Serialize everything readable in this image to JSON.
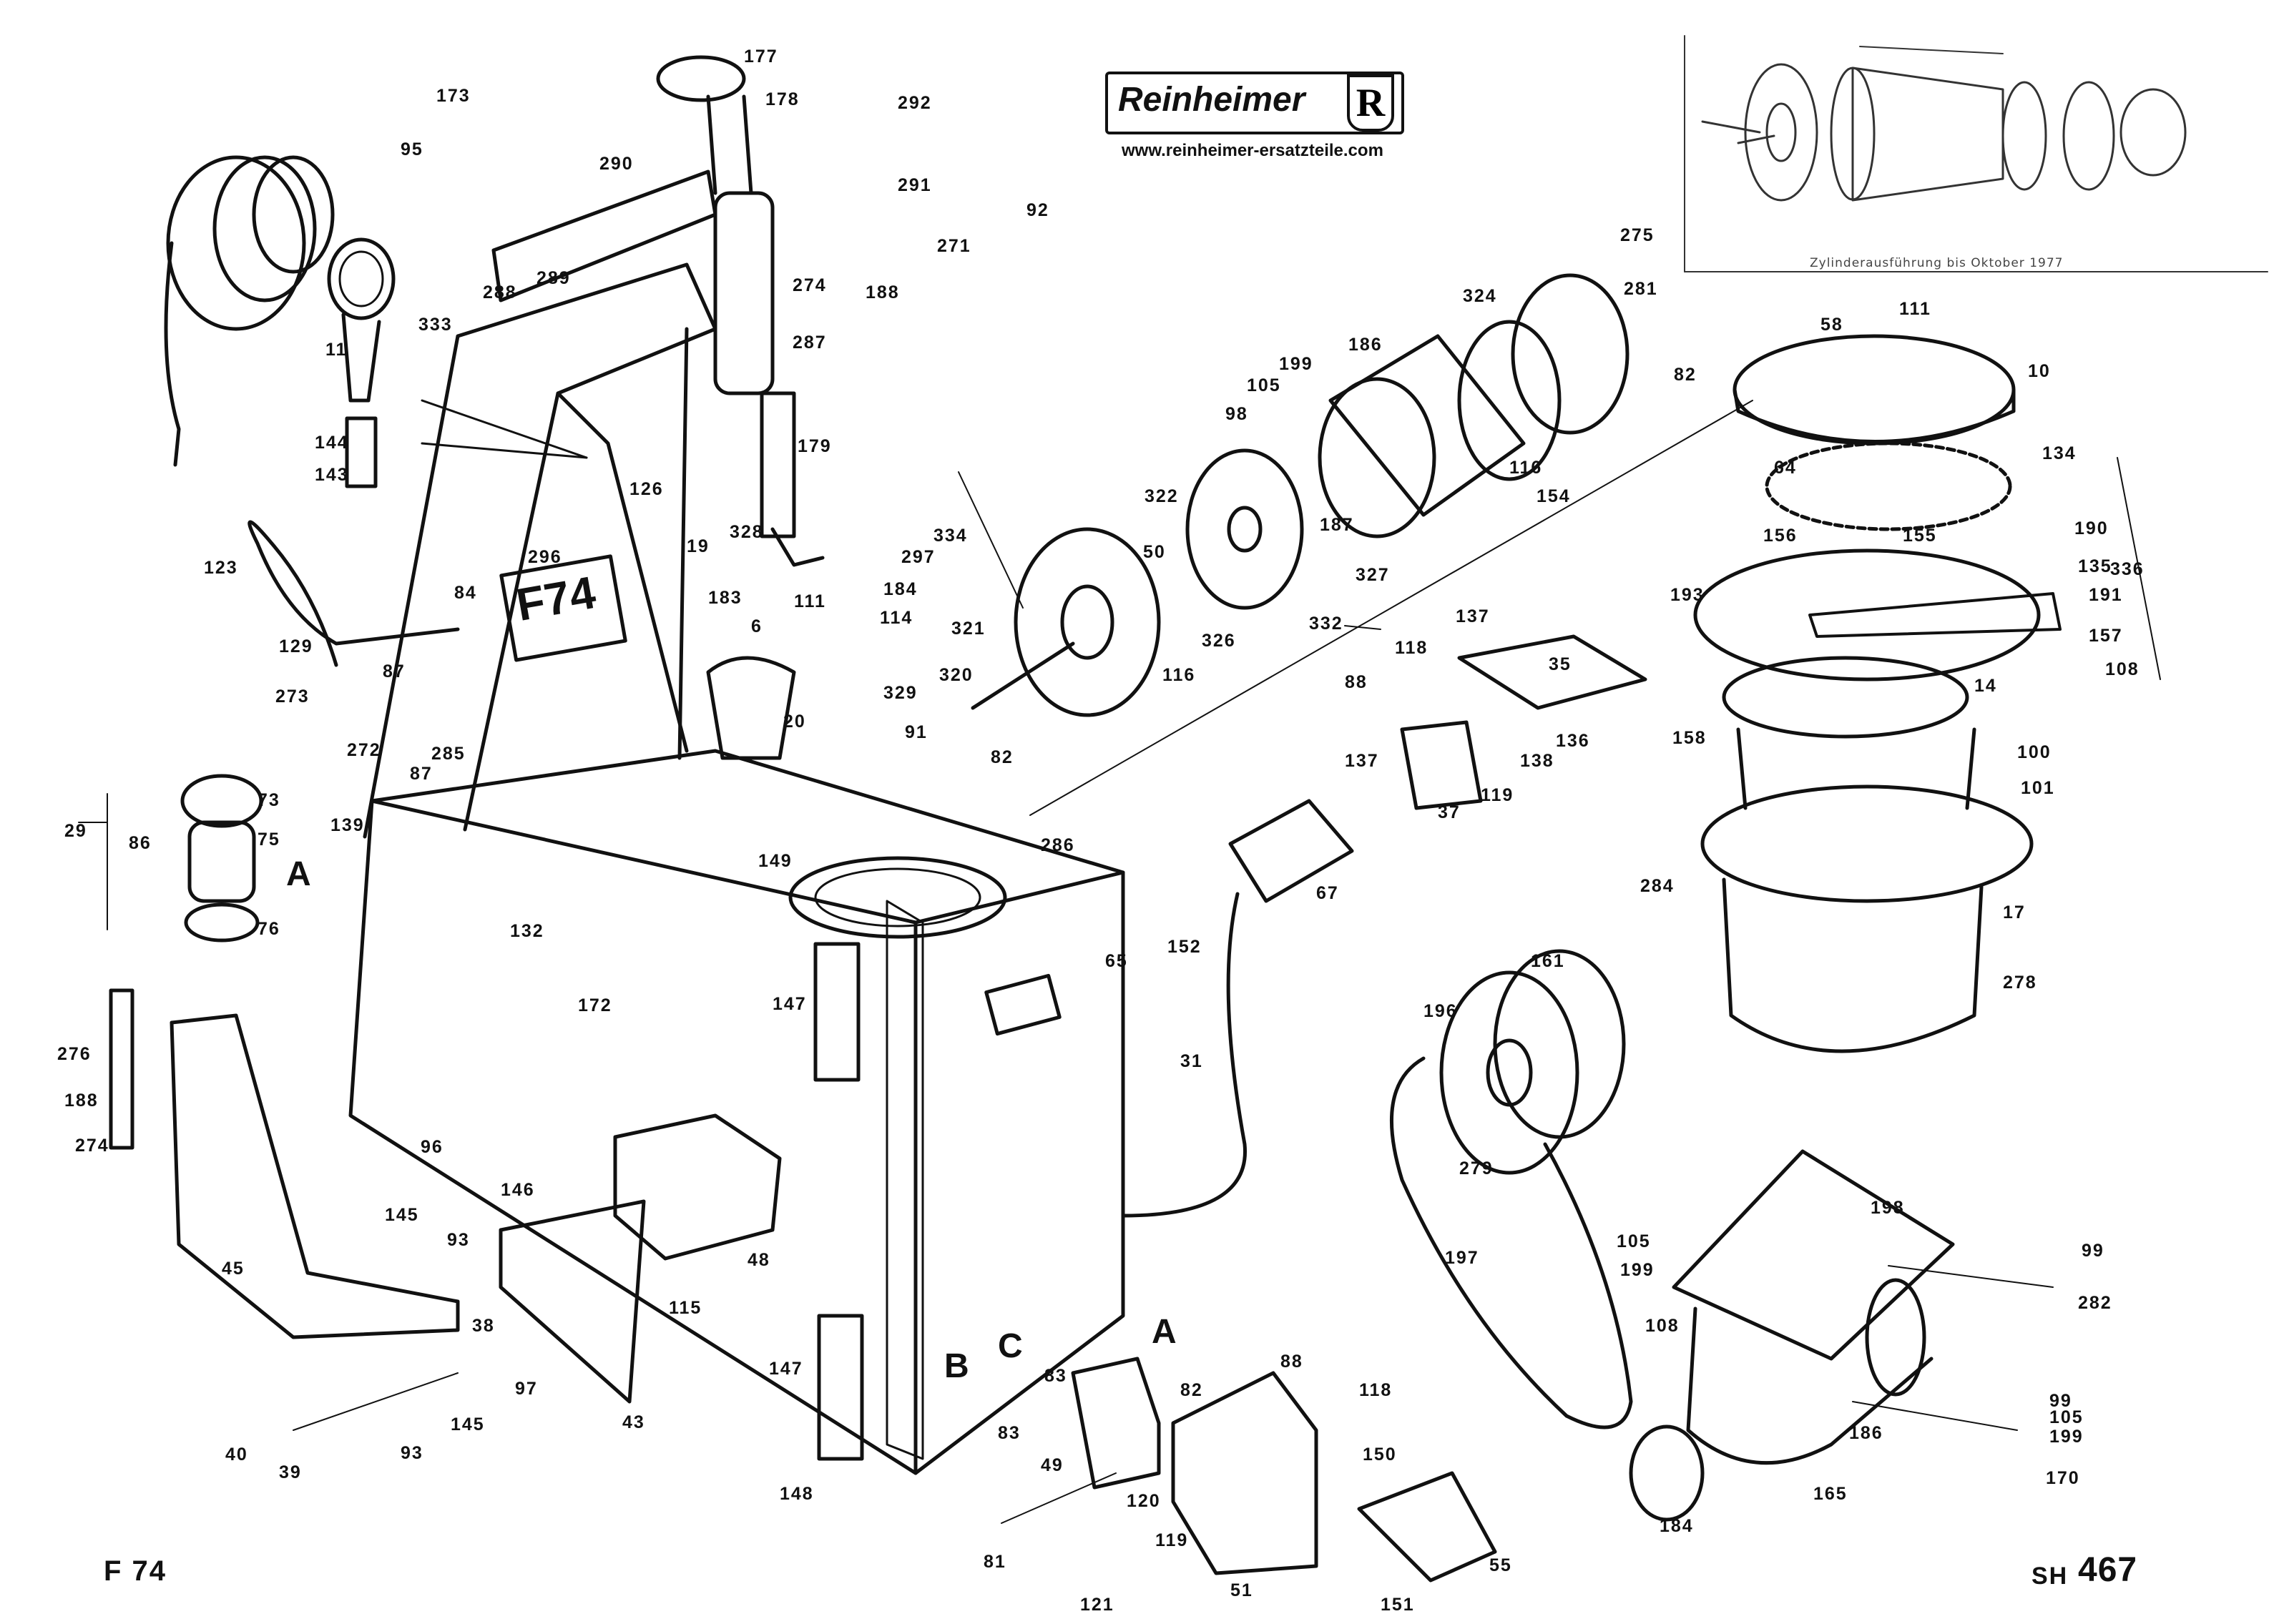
{
  "brand": {
    "name": "Reinheimer",
    "url": "www.reinheimer-ersatzteile.com",
    "logo_mark": "R"
  },
  "sheet": {
    "model": "F 74",
    "sheet_number_prefix": "SH",
    "sheet_number": "467",
    "plate_text": "F74"
  },
  "inset": {
    "caption": "Zylinderausführung bis Oktober 1977"
  },
  "callouts": [
    {
      "id": "c177",
      "text": "177"
    },
    {
      "id": "c292",
      "text": "292"
    },
    {
      "id": "c173",
      "text": "173"
    },
    {
      "id": "c178",
      "text": "178"
    },
    {
      "id": "c95",
      "text": "95"
    },
    {
      "id": "c290",
      "text": "290"
    },
    {
      "id": "c291",
      "text": "291"
    },
    {
      "id": "c92",
      "text": "92"
    },
    {
      "id": "c271",
      "text": "271"
    },
    {
      "id": "c274a",
      "text": "274"
    },
    {
      "id": "c188a",
      "text": "188"
    },
    {
      "id": "c288",
      "text": "288"
    },
    {
      "id": "c289",
      "text": "289"
    },
    {
      "id": "c333",
      "text": "333"
    },
    {
      "id": "c11",
      "text": "11"
    },
    {
      "id": "c287",
      "text": "287"
    },
    {
      "id": "c144",
      "text": "144"
    },
    {
      "id": "c143",
      "text": "143"
    },
    {
      "id": "c179",
      "text": "179"
    },
    {
      "id": "c126",
      "text": "126"
    },
    {
      "id": "c123",
      "text": "123"
    },
    {
      "id": "c19",
      "text": "19"
    },
    {
      "id": "c296",
      "text": "296"
    },
    {
      "id": "c328",
      "text": "328"
    },
    {
      "id": "c297",
      "text": "297"
    },
    {
      "id": "c334",
      "text": "334"
    },
    {
      "id": "c84",
      "text": "84"
    },
    {
      "id": "c183",
      "text": "183"
    },
    {
      "id": "c111a",
      "text": "111"
    },
    {
      "id": "c184",
      "text": "184"
    },
    {
      "id": "c6",
      "text": "6"
    },
    {
      "id": "c114",
      "text": "114"
    },
    {
      "id": "c129",
      "text": "129"
    },
    {
      "id": "c87a",
      "text": "87"
    },
    {
      "id": "c273",
      "text": "273"
    },
    {
      "id": "c272",
      "text": "272"
    },
    {
      "id": "c285",
      "text": "285"
    },
    {
      "id": "c87b",
      "text": "87"
    },
    {
      "id": "c139",
      "text": "139"
    },
    {
      "id": "c73",
      "text": "73"
    },
    {
      "id": "c29",
      "text": "29"
    },
    {
      "id": "c86",
      "text": "86"
    },
    {
      "id": "c75",
      "text": "75"
    },
    {
      "id": "cA1",
      "text": "A"
    },
    {
      "id": "c76",
      "text": "76"
    },
    {
      "id": "c20",
      "text": "20"
    },
    {
      "id": "c329",
      "text": "329"
    },
    {
      "id": "c321",
      "text": "321"
    },
    {
      "id": "c320",
      "text": "320"
    },
    {
      "id": "c91",
      "text": "91"
    },
    {
      "id": "c82a",
      "text": "82"
    },
    {
      "id": "c116a",
      "text": "116"
    },
    {
      "id": "c326",
      "text": "326"
    },
    {
      "id": "c50",
      "text": "50"
    },
    {
      "id": "c322",
      "text": "322"
    },
    {
      "id": "c327",
      "text": "327"
    },
    {
      "id": "c187",
      "text": "187"
    },
    {
      "id": "c154",
      "text": "154"
    },
    {
      "id": "c116b",
      "text": "116"
    },
    {
      "id": "c324",
      "text": "324"
    },
    {
      "id": "c186a",
      "text": "186"
    },
    {
      "id": "c199a",
      "text": "199"
    },
    {
      "id": "c105a",
      "text": "105"
    },
    {
      "id": "c98",
      "text": "98"
    },
    {
      "id": "c82b",
      "text": "82"
    },
    {
      "id": "c275",
      "text": "275"
    },
    {
      "id": "c281",
      "text": "281"
    },
    {
      "id": "c58",
      "text": "58"
    },
    {
      "id": "c111b",
      "text": "111"
    },
    {
      "id": "c10",
      "text": "10"
    },
    {
      "id": "c64",
      "text": "64"
    },
    {
      "id": "c134",
      "text": "134"
    },
    {
      "id": "c190",
      "text": "190"
    },
    {
      "id": "c156",
      "text": "156"
    },
    {
      "id": "c155",
      "text": "155"
    },
    {
      "id": "c135",
      "text": "135"
    },
    {
      "id": "c336",
      "text": "336"
    },
    {
      "id": "c193",
      "text": "193"
    },
    {
      "id": "c191",
      "text": "191"
    },
    {
      "id": "c157",
      "text": "157"
    },
    {
      "id": "c108a",
      "text": "108"
    },
    {
      "id": "c332",
      "text": "332"
    },
    {
      "id": "c137a",
      "text": "137"
    },
    {
      "id": "c118a",
      "text": "118"
    },
    {
      "id": "c88a",
      "text": "88"
    },
    {
      "id": "c35",
      "text": "35"
    },
    {
      "id": "c14",
      "text": "14"
    },
    {
      "id": "c136",
      "text": "136"
    },
    {
      "id": "c138",
      "text": "138"
    },
    {
      "id": "c137b",
      "text": "137"
    },
    {
      "id": "c119a",
      "text": "119"
    },
    {
      "id": "c37",
      "text": "37"
    },
    {
      "id": "c158",
      "text": "158"
    },
    {
      "id": "c100",
      "text": "100"
    },
    {
      "id": "c101",
      "text": "101"
    },
    {
      "id": "c286",
      "text": "286"
    },
    {
      "id": "c149",
      "text": "149"
    },
    {
      "id": "c67",
      "text": "67"
    },
    {
      "id": "c284",
      "text": "284"
    },
    {
      "id": "c17",
      "text": "17"
    },
    {
      "id": "c132",
      "text": "132"
    },
    {
      "id": "c152",
      "text": "152"
    },
    {
      "id": "c65",
      "text": "65"
    },
    {
      "id": "c172",
      "text": "172"
    },
    {
      "id": "c147a",
      "text": "147"
    },
    {
      "id": "c161",
      "text": "161"
    },
    {
      "id": "c278",
      "text": "278"
    },
    {
      "id": "c276",
      "text": "276"
    },
    {
      "id": "c196",
      "text": "196"
    },
    {
      "id": "c31",
      "text": "31"
    },
    {
      "id": "c188b",
      "text": "188"
    },
    {
      "id": "c274b",
      "text": "274"
    },
    {
      "id": "c96",
      "text": "96"
    },
    {
      "id": "c279",
      "text": "279"
    },
    {
      "id": "c146",
      "text": "146"
    },
    {
      "id": "c145a",
      "text": "145"
    },
    {
      "id": "c93a",
      "text": "93"
    },
    {
      "id": "c48",
      "text": "48"
    },
    {
      "id": "c198",
      "text": "198"
    },
    {
      "id": "c45",
      "text": "45"
    },
    {
      "id": "c197",
      "text": "197"
    },
    {
      "id": "c105b",
      "text": "105"
    },
    {
      "id": "c199b",
      "text": "199"
    },
    {
      "id": "c99a",
      "text": "99"
    },
    {
      "id": "c115",
      "text": "115"
    },
    {
      "id": "c38",
      "text": "38"
    },
    {
      "id": "c282",
      "text": "282"
    },
    {
      "id": "c108b",
      "text": "108"
    },
    {
      "id": "cC",
      "text": "C"
    },
    {
      "id": "cA2",
      "text": "A"
    },
    {
      "id": "c147b",
      "text": "147"
    },
    {
      "id": "cB",
      "text": "B"
    },
    {
      "id": "c83a",
      "text": "83"
    },
    {
      "id": "c97",
      "text": "97"
    },
    {
      "id": "c82c",
      "text": "82"
    },
    {
      "id": "c88b",
      "text": "88"
    },
    {
      "id": "c118b",
      "text": "118"
    },
    {
      "id": "c83b",
      "text": "83"
    },
    {
      "id": "c43",
      "text": "43"
    },
    {
      "id": "c40",
      "text": "40"
    },
    {
      "id": "c93b",
      "text": "93"
    },
    {
      "id": "c145b",
      "text": "145"
    },
    {
      "id": "c39",
      "text": "39"
    },
    {
      "id": "c99b",
      "text": "99"
    },
    {
      "id": "c105c",
      "text": "105"
    },
    {
      "id": "c199c",
      "text": "199"
    },
    {
      "id": "c186b",
      "text": "186"
    },
    {
      "id": "c49",
      "text": "49"
    },
    {
      "id": "c150",
      "text": "150"
    },
    {
      "id": "c170",
      "text": "170"
    },
    {
      "id": "c148",
      "text": "148"
    },
    {
      "id": "c120",
      "text": "120"
    },
    {
      "id": "c119b",
      "text": "119"
    },
    {
      "id": "c165",
      "text": "165"
    },
    {
      "id": "c81",
      "text": "81"
    },
    {
      "id": "c184b",
      "text": "184"
    },
    {
      "id": "c55",
      "text": "55"
    },
    {
      "id": "c121",
      "text": "121"
    },
    {
      "id": "c51",
      "text": "51"
    },
    {
      "id": "c151",
      "text": "151"
    }
  ]
}
